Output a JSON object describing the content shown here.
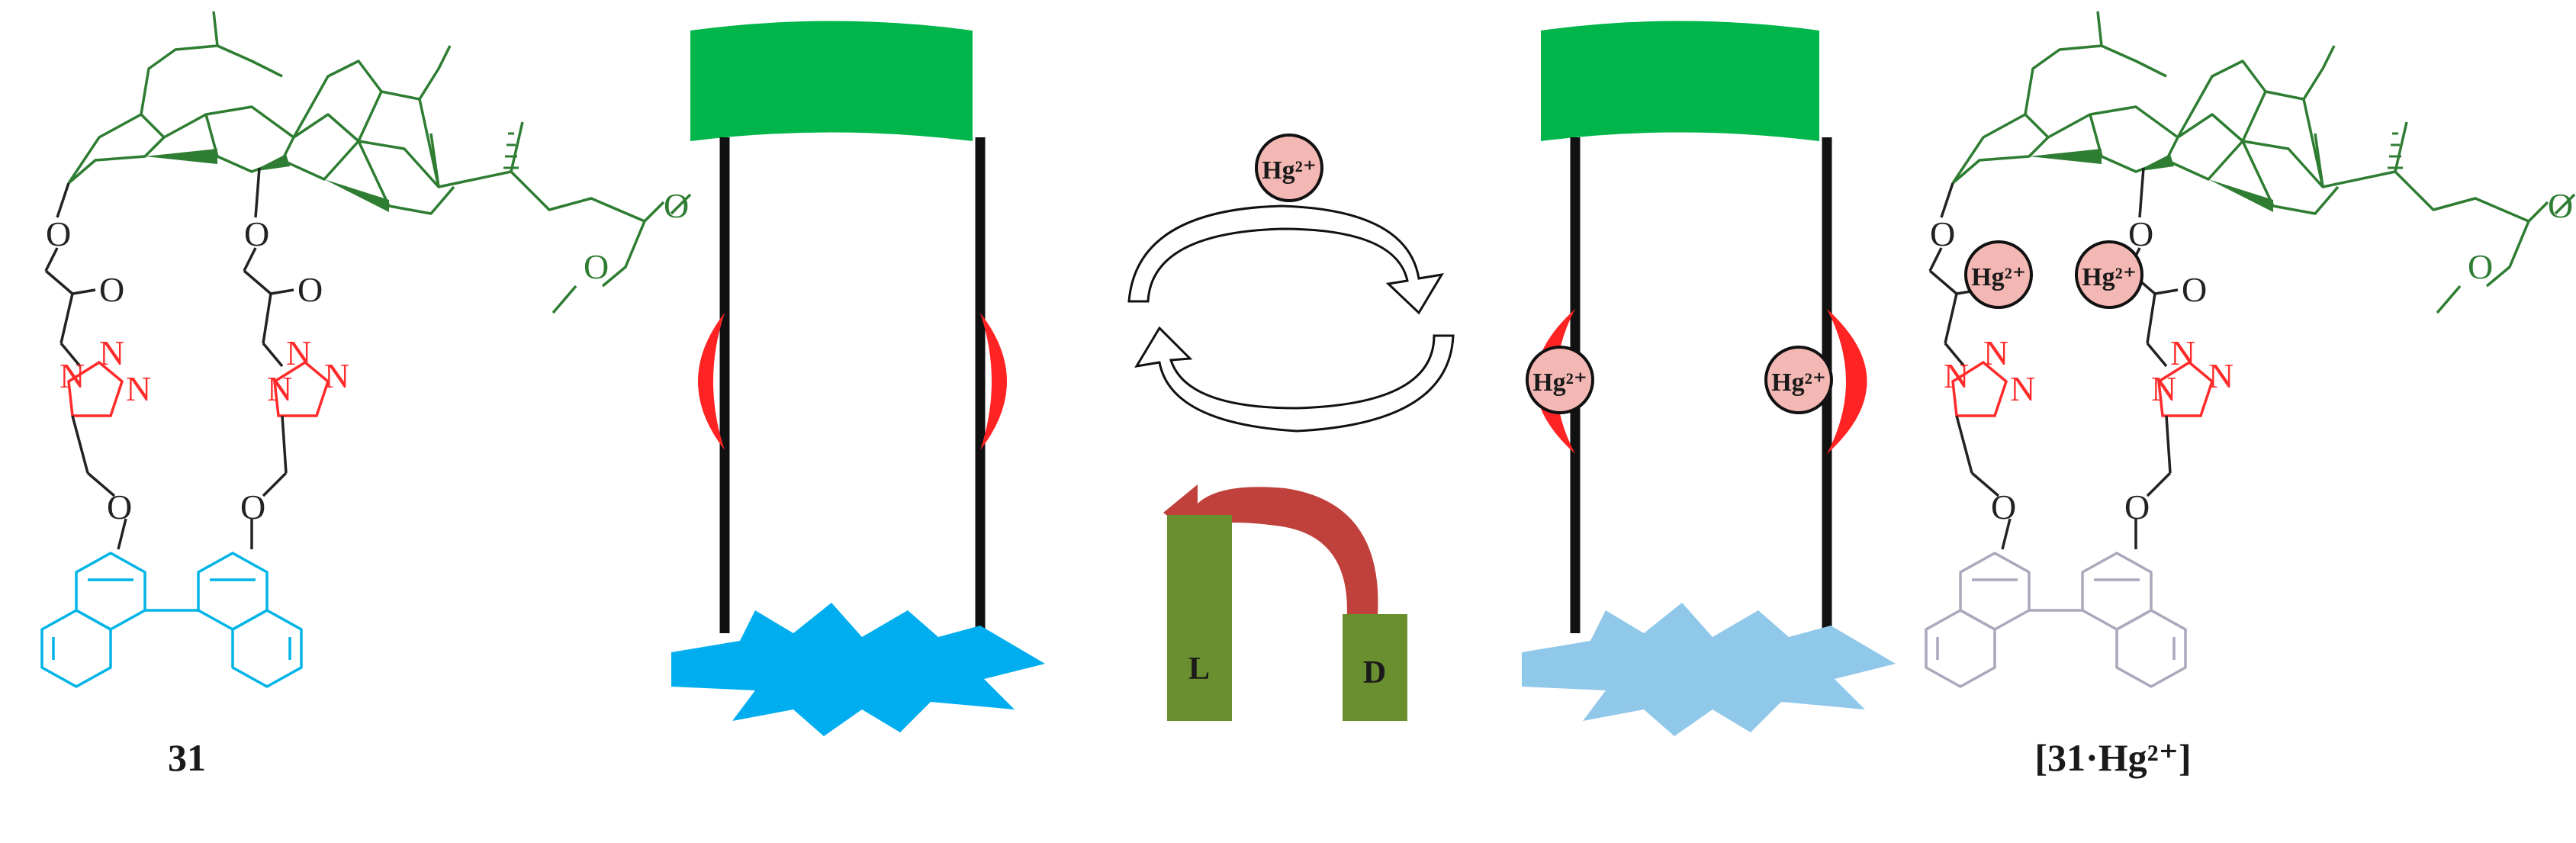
{
  "compound_label": "31",
  "complex_label": "[31·Hg²⁺]",
  "ion_label": "Hg²⁺",
  "bar_labels": {
    "left": "L",
    "right": "D"
  },
  "atom_labels": {
    "oxygen": "O",
    "nitrogen": "N"
  },
  "colors": {
    "steroid": "#2e7d32",
    "triazole": "#ff2a2a",
    "binaphthyl_free": "#00b4e6",
    "binaphthyl_bound": "#a9a9bc",
    "bracket": "#00b54a",
    "binding_site": "#ff2323",
    "fluor_on": "#00aef0",
    "fluor_off": "#90c8ea",
    "ion_fill": "#f4b8b4",
    "bars": "#6a8f2e",
    "curved_arrow": "#c0413b"
  }
}
